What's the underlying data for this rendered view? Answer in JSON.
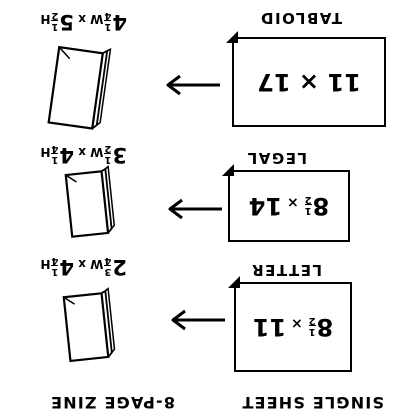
{
  "diagram": {
    "left_header": "SINGLE SHEET",
    "right_header": "8-PAGE ZINE",
    "rows": [
      {
        "key": "letter",
        "sheet_name": "LETTER",
        "sheet_dims": {
          "w_whole": "8",
          "w_num": "1",
          "w_den": "2",
          "sep": "×",
          "h": "11"
        },
        "zine_dims": {
          "w_whole": "2",
          "w_num": "3",
          "w_den": "4",
          "w_unit": "W",
          "sep": "x",
          "h_whole": "4",
          "h_num": "1",
          "h_den": "4",
          "h_unit": "H"
        }
      },
      {
        "key": "legal",
        "sheet_name": "LEGAL",
        "sheet_dims": {
          "w_whole": "8",
          "w_num": "1",
          "w_den": "2",
          "sep": "×",
          "h": "14"
        },
        "zine_dims": {
          "w_whole": "3",
          "w_num": "1",
          "w_den": "2",
          "w_unit": "W",
          "sep": "x",
          "h_whole": "4",
          "h_num": "1",
          "h_den": "4",
          "h_unit": "H"
        }
      },
      {
        "key": "tabloid",
        "sheet_name": "TABLOID",
        "sheet_dims": {
          "text": "11 × 17"
        },
        "zine_dims": {
          "w_whole": "4",
          "w_num": "1",
          "w_den": "4",
          "w_unit": "W",
          "sep": "x",
          "h_whole": "5",
          "h_num": "1",
          "h_den": "2",
          "h_unit": "H"
        }
      }
    ]
  }
}
